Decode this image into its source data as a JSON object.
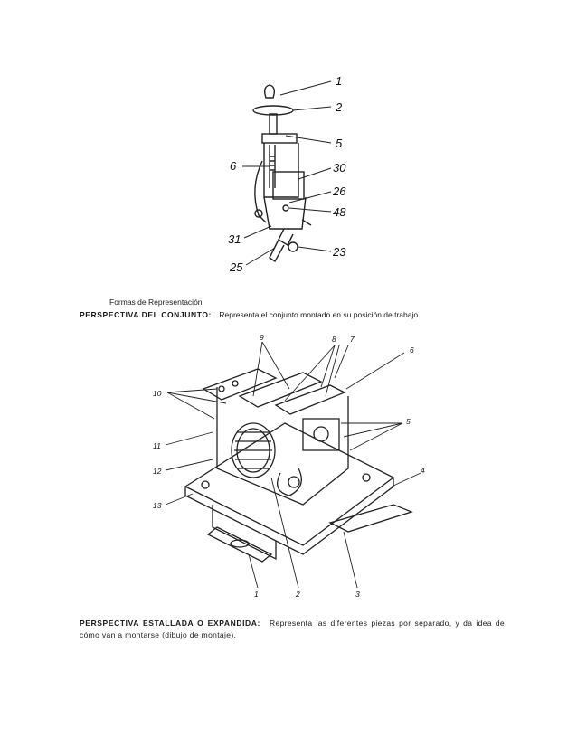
{
  "figure1": {
    "labels": [
      "1",
      "2",
      "5",
      "6",
      "30",
      "26",
      "48",
      "31",
      "23",
      "25"
    ]
  },
  "caption": "Formas de Representación",
  "perspectiva_conjunto": {
    "term": "PERSPECTIVA DEL CONJUNTO:",
    "text": "Representa el conjunto montado en su posición de trabajo."
  },
  "figure2": {
    "labels": [
      "9",
      "8",
      "7",
      "6",
      "10",
      "5",
      "11",
      "12",
      "13",
      "4",
      "1",
      "2",
      "3"
    ]
  },
  "perspectiva_estallada": {
    "term": "PERSPECTIVA ESTALLADA O EXPANDIDA:",
    "text": "Representa las diferentes piezas por separado, y da idea de cómo van a montarse (dibujo de montaje)."
  }
}
